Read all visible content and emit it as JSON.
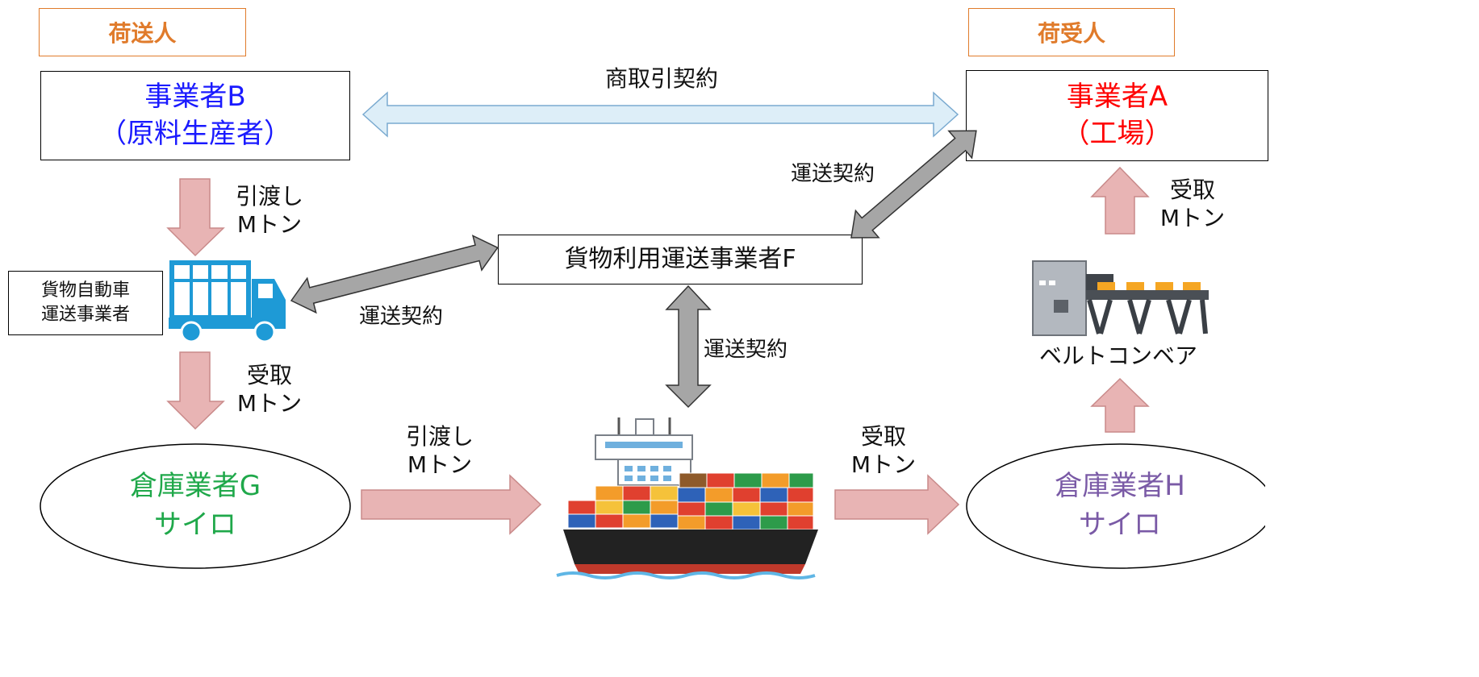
{
  "roles": {
    "shipper": "荷送人",
    "consignee": "荷受人"
  },
  "parties": {
    "b": {
      "name": "事業者B",
      "sub": "（原料生産者）",
      "color": "#1a1aff"
    },
    "a": {
      "name": "事業者A",
      "sub": "（工場）",
      "color": "#ff0000"
    },
    "f": {
      "name": "貨物利用運送事業者F"
    },
    "truck_operator": {
      "line1": "貨物自動車",
      "line2": "運送事業者"
    },
    "g": {
      "name": "倉庫業者G",
      "sub": "サイロ",
      "color": "#1fa84a"
    },
    "h": {
      "name": "倉庫業者H",
      "sub": "サイロ",
      "color": "#7a5aa6"
    }
  },
  "contracts": {
    "commercial": "商取引契約",
    "f_to_a": "運送契約",
    "f_to_truck": "運送契約",
    "f_to_ship": "運送契約"
  },
  "flows": {
    "b_to_truck": {
      "line1": "引渡し",
      "line2": "Mトン"
    },
    "truck_to_g": {
      "line1": "受取",
      "line2": "Mトン"
    },
    "g_to_ship": {
      "line1": "引渡し",
      "line2": "Mトン"
    },
    "ship_to_h": {
      "line1": "受取",
      "line2": "Mトン"
    },
    "conveyor_to_a": {
      "line1": "受取",
      "line2": "Mトン"
    }
  },
  "conveyor": {
    "label": "ベルトコンベア"
  },
  "colors": {
    "role_orange": "#e07b2b",
    "flow_arrow_fill": "#e8b4b4",
    "flow_arrow_stroke": "#c98a8a",
    "contract_arrow_fill": "#a6a6a6",
    "commercial_arrow_fill": "#ddeef8",
    "commercial_arrow_stroke": "#7aaad0",
    "truck_blue": "#1e9ad6"
  },
  "icons": [
    "truck-icon",
    "container-ship-icon",
    "belt-conveyor-icon"
  ]
}
